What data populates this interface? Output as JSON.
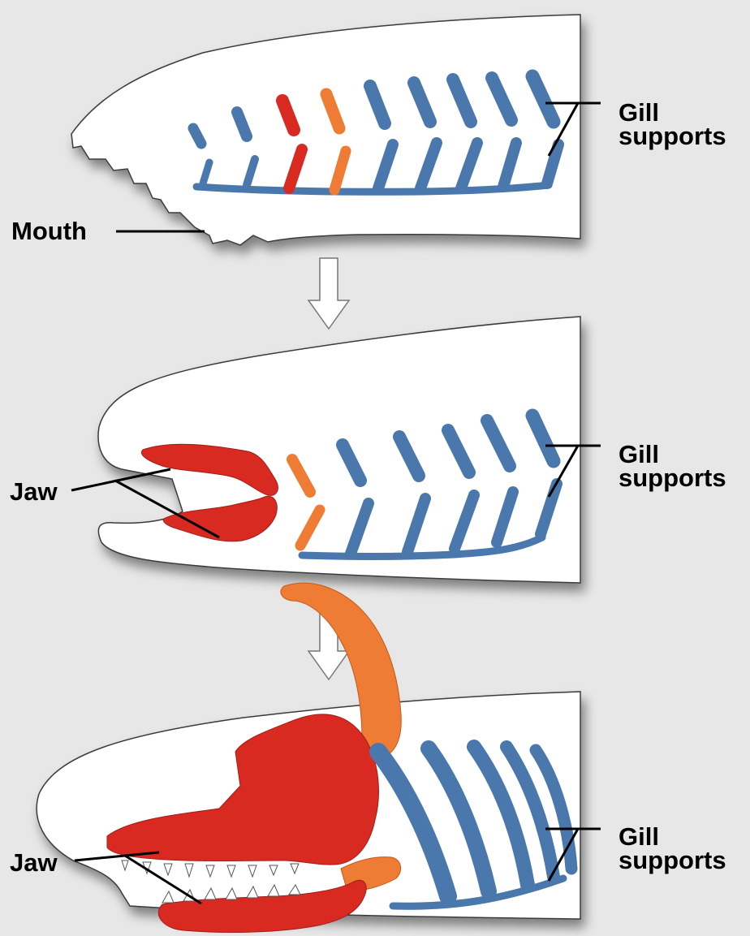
{
  "colors": {
    "background": "#e7e7e7",
    "head": "#ffffff",
    "gill_support": "#4a78ad",
    "jaw_red": "#d92a22",
    "orange": "#ef7c34"
  },
  "panels": [
    {
      "stage": 1,
      "mouth_label": "Mouth",
      "gill_label_line1": "Gill",
      "gill_label_line2": "supports"
    },
    {
      "stage": 2,
      "jaw_label": "Jaw",
      "gill_label_line1": "Gill",
      "gill_label_line2": "supports"
    },
    {
      "stage": 3,
      "jaw_label": "Jaw",
      "gill_label_line1": "Gill",
      "gill_label_line2": "supports"
    }
  ]
}
